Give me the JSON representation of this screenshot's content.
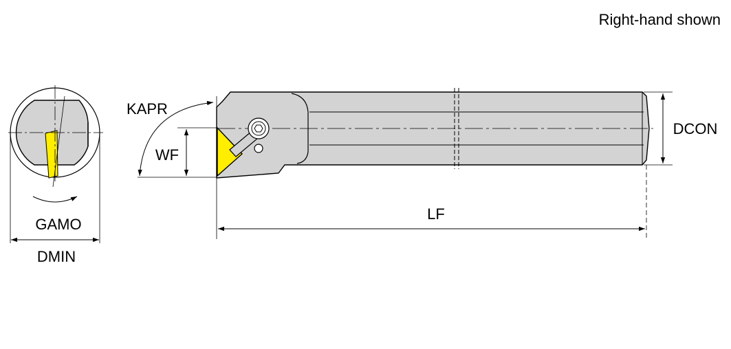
{
  "note": "Right-hand shown",
  "labels": {
    "kapr": "KAPR",
    "wf": "WF",
    "dcon": "DCON",
    "lf": "LF",
    "gamo": "GAMO",
    "dmin": "DMIN"
  },
  "colors": {
    "body": "#d3d3d3",
    "insert": "#ffee00",
    "insert_edge": "#8a7c00",
    "line": "#000000"
  }
}
